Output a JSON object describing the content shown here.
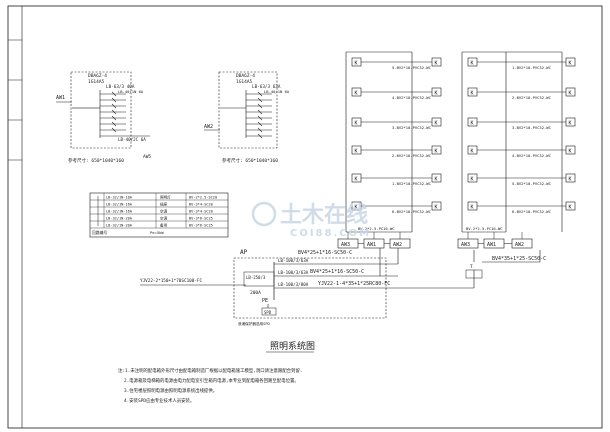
{
  "panels": {
    "aw1": {
      "code": "DBA6Z-4",
      "spec": "1G14A5",
      "main_breaker": "LB-63/3 40A",
      "branch_breaker": "LB-40/1N 6A",
      "rcd": "LB-40/2C 6A",
      "name": "AW1",
      "outgoing": "AW5",
      "dims": "参考尺寸: 650*1040*160"
    },
    "aw2": {
      "code": "DBA6Z-4",
      "spec": "1G14A5",
      "main_breaker": "LB-63/3 63A",
      "branch_breaker": "LB-40/1N 6A",
      "name": "AW2",
      "dims": "参考尺寸: 650*1040*160"
    }
  },
  "legend_table": {
    "rows": [
      {
        "breaker": "LB-32/1N-10A",
        "load": "照明灯",
        "cable": "BV-2*2.5-SC20"
      },
      {
        "breaker": "LB-32/1N-16A",
        "load": "插座",
        "cable": "BV-3*4-SC20"
      },
      {
        "breaker": "LB-32/1N-16A",
        "load": "空调",
        "cable": "BV-3*4-SC20"
      },
      {
        "breaker": "LB-32/1N-20A",
        "load": "空调",
        "cable": "BV-3*6-SC25"
      },
      {
        "breaker": "LB-32/1N-20A",
        "load": "备用",
        "cable": "BV-3*6-SC25"
      }
    ],
    "footer_left": "回路编号",
    "footer_right": "Pe=5kW"
  },
  "distribution": {
    "ap_label": "AP",
    "incoming_cable": "YJV22-2*150+1*70SC100-FC",
    "feeders": [
      {
        "breaker": "LB-100/3/63A",
        "cable": "BV4*25+1*16-SC50-C"
      },
      {
        "breaker": "LB-100/3/63A",
        "cable": "BV4*25+1*16-SC50-C"
      },
      {
        "breaker": "LB-100/3/80A",
        "cable": "YJV22-1-4*35+1*25RC80-FC"
      }
    ],
    "main_breaker": "LB-250/3",
    "main_rating": "200A",
    "pe_label": "PE",
    "spd_label": "SPD",
    "spd_note": "浪涌保护器选用SPD",
    "right_cable": "BV4*35+1*25-SC50-C",
    "t_label": "T"
  },
  "risers": {
    "left_bus_label": "BV-2*2.5-PC16-WC",
    "right_bus_label": "BV-2*2.5-PC16-WC",
    "left_mid_boxes": [
      "AW3",
      "AW1",
      "AW2"
    ],
    "right_mid_boxes": [
      "AW3",
      "AW1",
      "AW2"
    ],
    "box_letter": "K",
    "left_col_labels": [
      "5-BV2*10-PVC32-WC",
      "4-BV2*10-PVC32-WC",
      "3-BV2*10-PVC32-WC",
      "2-BV2*10-PVC32-WC",
      "1-BV2*10-PVC32-WC",
      "6-BV2*10-PVC32-WC"
    ],
    "right_col_labels": [
      "1-BV2*10-PVC32-WC",
      "2-BV2*10-PVC32-WC",
      "3-BV2*10-PVC32-WC",
      "4-BV2*10-PVC32-WC",
      "5-BV2*10-PVC32-WC",
      "6-BV2*10-PVC32-WC"
    ]
  },
  "title": "照明系统图",
  "notes": [
    "注:1.未注明的配电箱外形尺寸由配电箱制造厂根据以配电箱施工模型,洞口请注意跟配合到留.",
    "2.电源箱及电梯箱的电源由电力配电室引至箱内电源,本专业到配电箱各回路至配电位置。",
    "3.住宅楼层照明电源由照明电源系统出线提供。",
    "4.安装SPD应由专业技术人员安装。"
  ],
  "watermark": {
    "brand_cn": "土木在线",
    "brand_en": "COI88.COM"
  },
  "colors": {
    "line": "#1a1a1a",
    "watermark": "#c9d6e6"
  }
}
